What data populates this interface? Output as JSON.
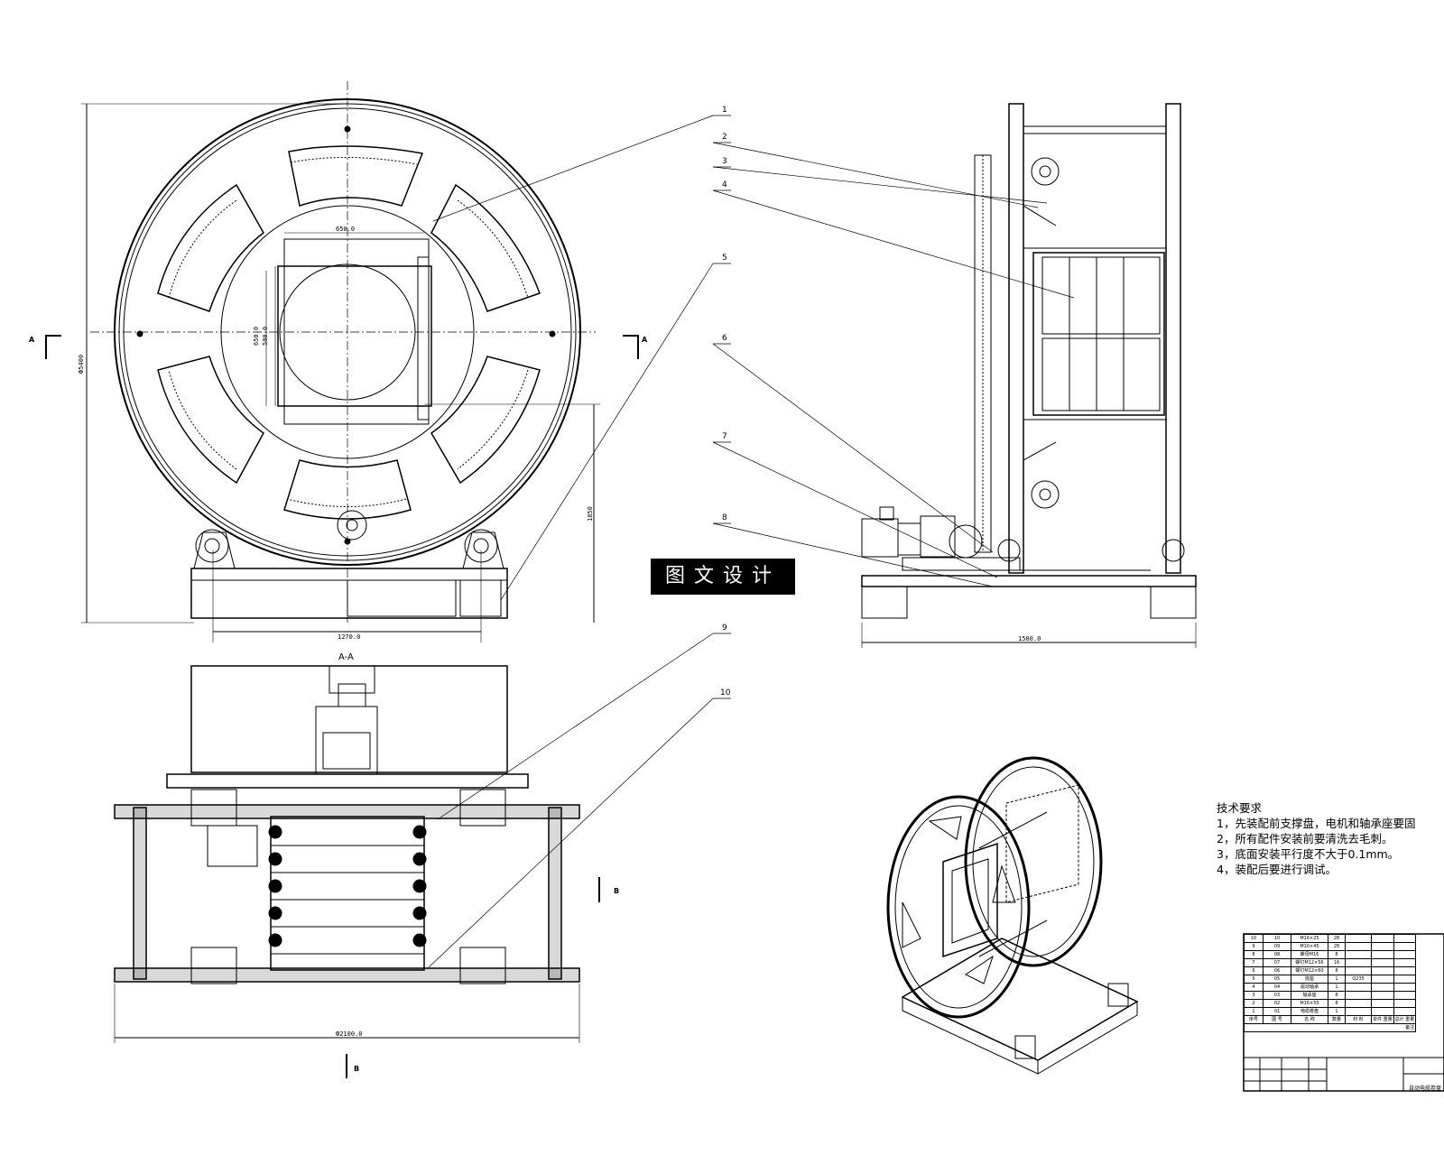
{
  "balloons": [
    "1",
    "2",
    "3",
    "4",
    "5",
    "6",
    "7",
    "8",
    "9",
    "10"
  ],
  "section_label": "A-A",
  "section_marks": [
    "A",
    "A",
    "B",
    "B"
  ],
  "dimensions": {
    "overall_height": "Ф5400",
    "base_width_front": "1270.0",
    "side_height": "1850",
    "side_base_width": "1500.0",
    "section_width": "Ф2100.0",
    "hub_w1": "650.0",
    "hub_h1": "650.0",
    "hub_h2": "500.0"
  },
  "watermark": "图文设计",
  "tech_requirements": {
    "title": "技术要求",
    "items": [
      "1，先装配前支撑盘，电机和轴承座要固",
      "2，所有配件安装前要清洗去毛刺。",
      "3，底面安装平行度不大于0.1mm。",
      "4，装配后要进行调试。"
    ]
  },
  "bom": {
    "rows": [
      [
        "10",
        "10",
        "M16×25",
        "28",
        "",
        ""
      ],
      [
        "9",
        "09",
        "M10×45",
        "28",
        "",
        ""
      ],
      [
        "8",
        "08",
        "螺母M16",
        "8",
        "",
        ""
      ],
      [
        "7",
        "07",
        "螺钉M12×56",
        "16",
        "",
        ""
      ],
      [
        "6",
        "06",
        "螺钉M12×60",
        "8",
        "",
        ""
      ],
      [
        "5",
        "05",
        "底座",
        "1",
        "Q235",
        ""
      ],
      [
        "4",
        "04",
        "驱动轴承",
        "1",
        "",
        ""
      ],
      [
        "3",
        "03",
        "轴承座",
        "8",
        "",
        ""
      ],
      [
        "2",
        "02",
        "M16×55",
        "8",
        "",
        ""
      ],
      [
        "1",
        "01",
        "电缆卷盘",
        "1",
        "",
        ""
      ]
    ],
    "header": [
      "序号",
      "图 号",
      "名 称",
      "数量",
      "材 料",
      "单件 重量",
      "总计 重量"
    ],
    "footer_label": "备注"
  },
  "title_block": {
    "drawing_name": "自动电缆卷盘"
  }
}
